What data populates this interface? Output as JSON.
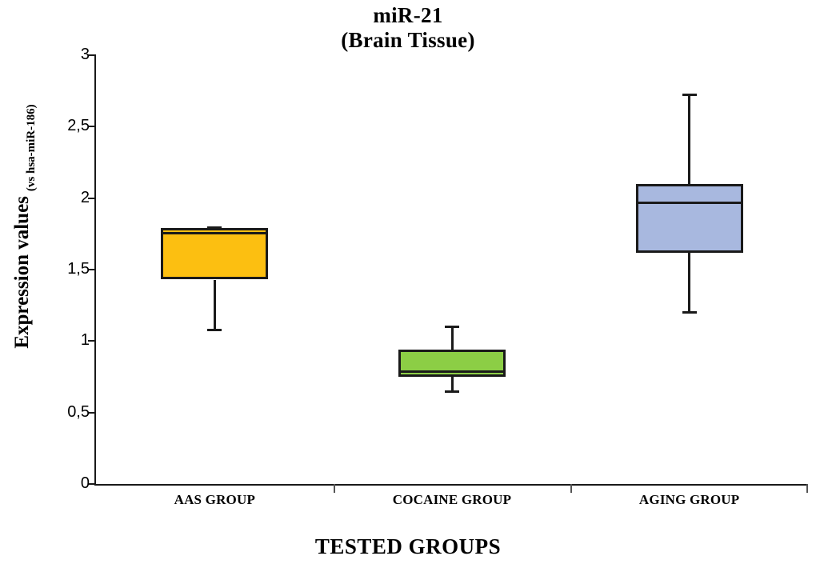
{
  "chart_data": {
    "type": "box",
    "title": "miR-21",
    "subtitle": "(Brain Tissue)",
    "xlabel": "TESTED GROUPS",
    "ylabel": "Expression values",
    "ylabel_sub": "(vs hsa-miR-186)",
    "ylim": [
      0,
      3
    ],
    "ytick_labels": [
      "3",
      "2,5",
      "2",
      "1,5",
      "1",
      "0,5",
      "0"
    ],
    "ytick_values": [
      3,
      2.5,
      2,
      1.5,
      1,
      0.5,
      0
    ],
    "grid": false,
    "legend": "none",
    "categories": [
      "AAS GROUP",
      "COCAINE GROUP",
      "AGING GROUP"
    ],
    "boxes": [
      {
        "name": "AAS GROUP",
        "color": "#FCBF11",
        "whisker_low": 1.07,
        "q1": 1.43,
        "median": 1.76,
        "q3": 1.79,
        "whisker_high": 1.8
      },
      {
        "name": "COCAINE GROUP",
        "color": "#8CCE45",
        "whisker_low": 0.64,
        "q1": 0.75,
        "median": 0.79,
        "q3": 0.94,
        "whisker_high": 1.11
      },
      {
        "name": "AGING GROUP",
        "color": "#A8B8DF",
        "whisker_low": 1.19,
        "q1": 1.62,
        "median": 1.97,
        "q3": 2.1,
        "whisker_high": 2.73
      }
    ],
    "colors": {
      "axis": "#1a1a1a",
      "text": "#000000",
      "background": "#ffffff"
    }
  }
}
